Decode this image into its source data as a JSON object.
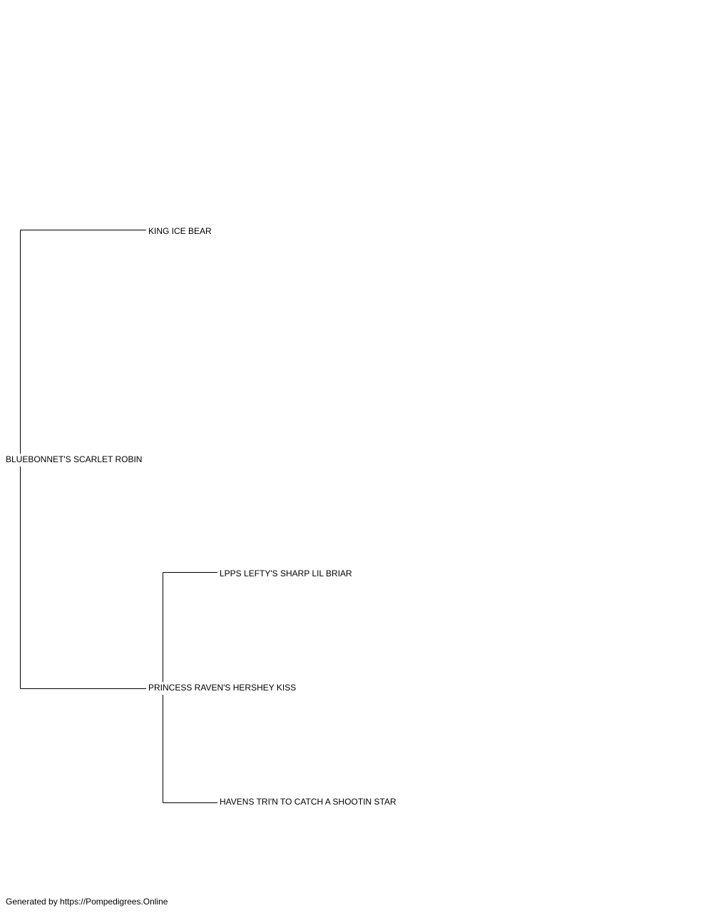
{
  "pedigree": {
    "subject": "BLUEBONNET'S SCARLET ROBIN",
    "sire": "KING ICE BEAR",
    "dam": "PRINCESS RAVEN'S HERSHEY KISS",
    "dam_sire": "LPPS LEFTY'S SHARP LIL BRIAR",
    "dam_dam": "HAVENS TRI'N TO CATCH A SHOOTIN STAR"
  },
  "footer": {
    "text": "Generated by https://Pompedigrees.Online"
  },
  "colors": {
    "line": "#000000",
    "text": "#000000",
    "background": "#ffffff"
  }
}
